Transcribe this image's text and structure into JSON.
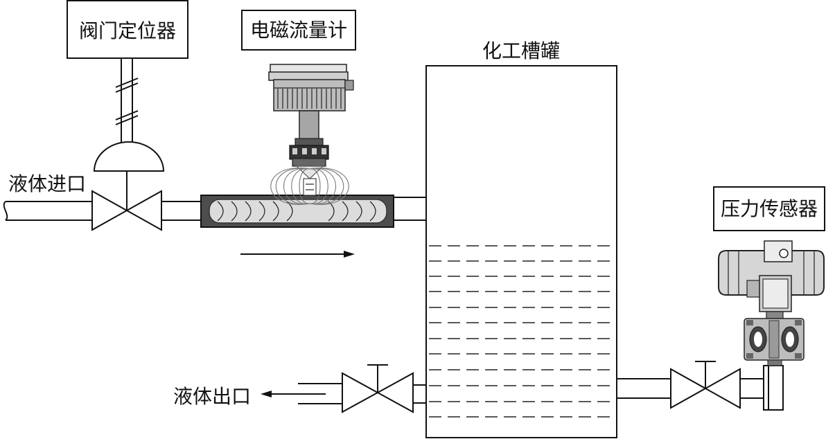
{
  "labels": {
    "valve_positioner": "阀门定位器",
    "flowmeter": "电磁流量计",
    "tank": "化工槽罐",
    "inlet": "液体进口",
    "outlet": "液体出口",
    "pressure_sensor": "压力传感器"
  },
  "colors": {
    "line": "#111111",
    "flowmeter_tube": "#4d4d4d",
    "flowmeter_inner": "#dcdcdc",
    "device_body": "#bdbdbd",
    "background": "#ffffff"
  }
}
